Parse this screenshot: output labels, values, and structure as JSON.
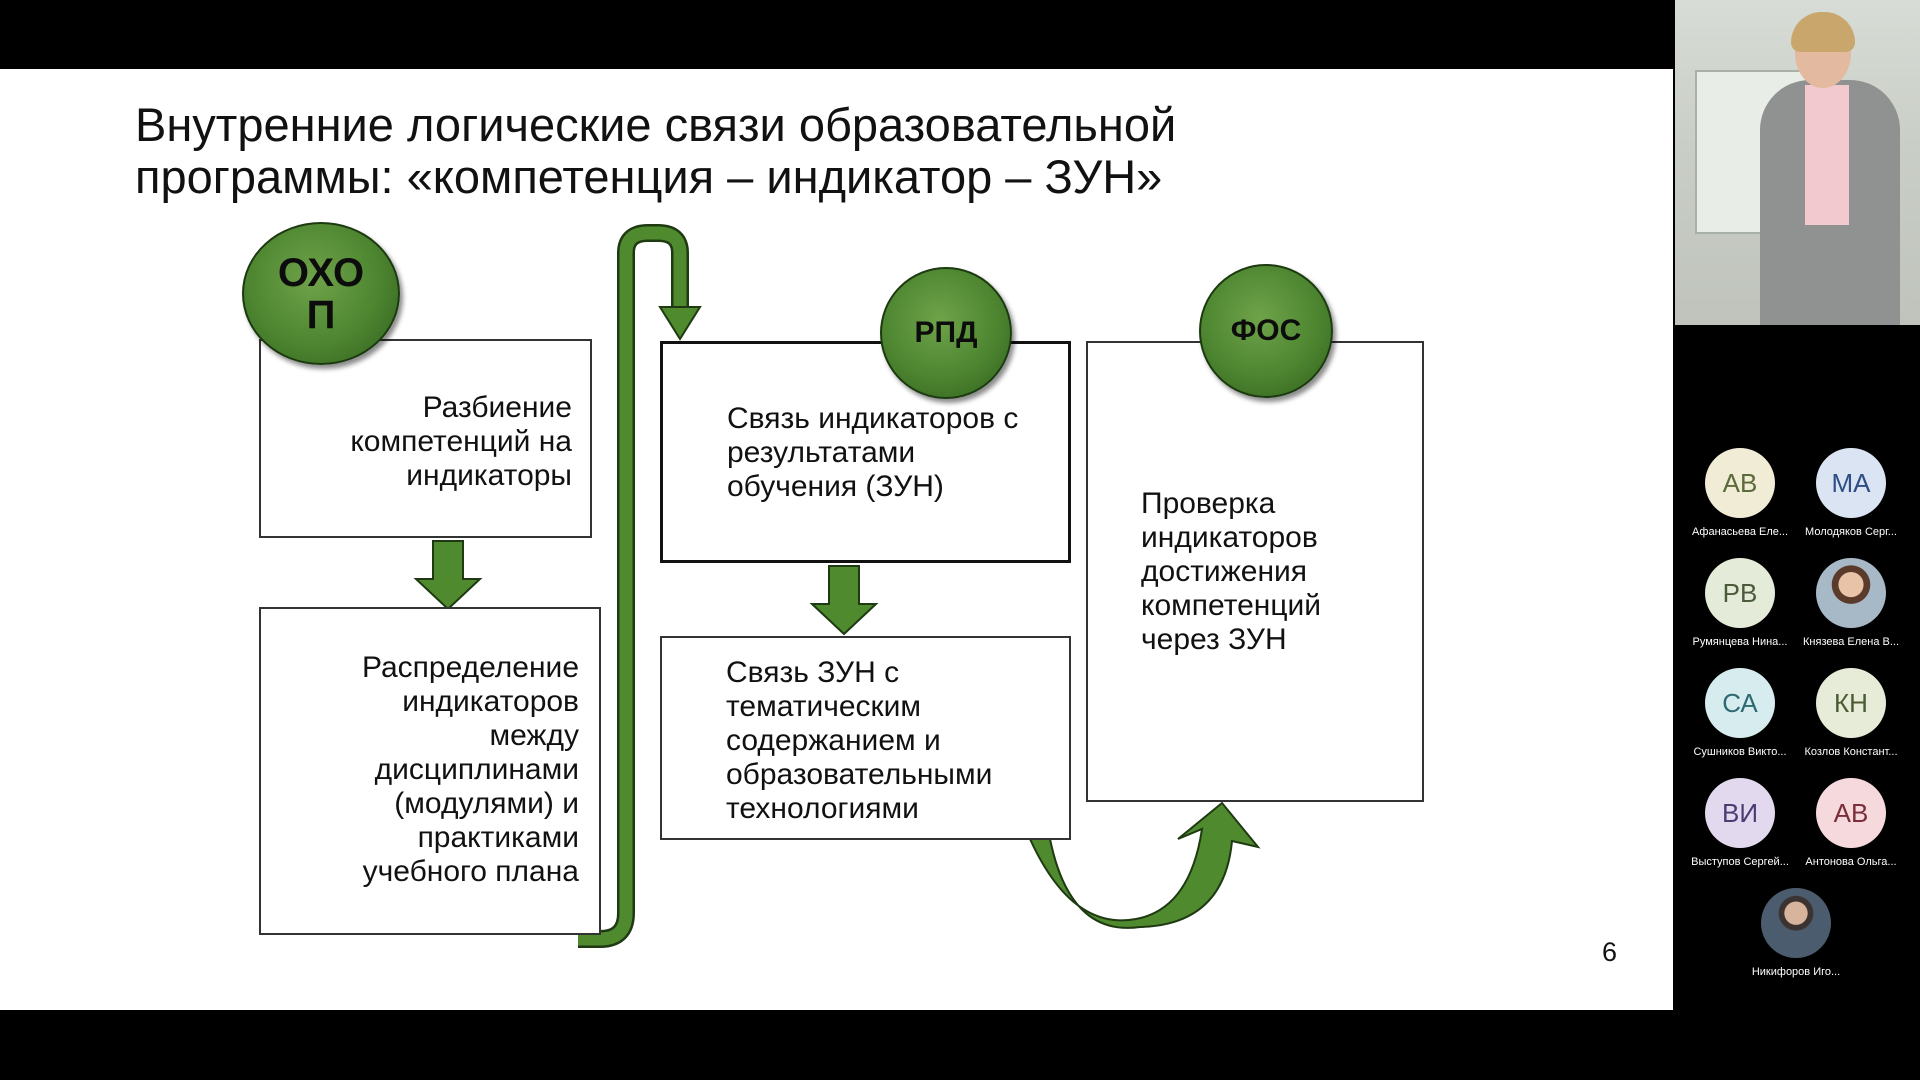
{
  "slide": {
    "title_line1": "Внутренние логические связи образовательной",
    "title_line2": "программы: «компетенция – индикатор – ЗУН»",
    "page_number": "6",
    "badges": {
      "ohop": "ОХО\nП",
      "rpd": "РПД",
      "fos": "ФОС"
    },
    "boxes": {
      "split": "Разбиение\nкомпетенций на\nиндикаторы",
      "distribution": "Распределение\nиндикаторов\nмежду\nдисциплинами\n(модулями) и\nпрактиками\nучебного плана",
      "link_results": "Связь индикаторов с\nрезультатами\nобучения (ЗУН)",
      "link_content": "Связь ЗУН с\nтематическим\nсодержанием и\nобразовательными\nтехнологиями",
      "verification": "Проверка\nиндикаторов\nдостижения\nкомпетенций\nчерез ЗУН"
    },
    "colors": {
      "arrow_green": "#4f8a2f",
      "badge_green": "#4d8530"
    }
  },
  "participants": [
    {
      "initials": "АВ",
      "name": "Афанасьева Еле...",
      "bg": "#f0ecd5",
      "fg": "#5a6a3a"
    },
    {
      "initials": "МА",
      "name": "Молодяков Серг...",
      "bg": "#dbe4f2",
      "fg": "#2d4f86"
    },
    {
      "initials": "РВ",
      "name": "Румянцева Нина...",
      "bg": "#e4ebd9",
      "fg": "#4a5a3a"
    },
    {
      "initials": "",
      "name": "Князева Елена В...",
      "bg": "",
      "fg": "",
      "photo": "photo"
    },
    {
      "initials": "СА",
      "name": "Сушников Викто...",
      "bg": "#d6ecee",
      "fg": "#2e6a72"
    },
    {
      "initials": "КН",
      "name": "Козлов Констант...",
      "bg": "#e6ecd8",
      "fg": "#4a5a32"
    },
    {
      "initials": "ВИ",
      "name": "Выступов Сергей...",
      "bg": "#e2d9ef",
      "fg": "#4b3c72"
    },
    {
      "initials": "АВ",
      "name": "Антонова Ольга...",
      "bg": "#f5d9dc",
      "fg": "#7a2e3a"
    },
    {
      "initials": "",
      "name": "Никифоров Иго...",
      "bg": "",
      "fg": "",
      "photo": "photo2"
    }
  ]
}
